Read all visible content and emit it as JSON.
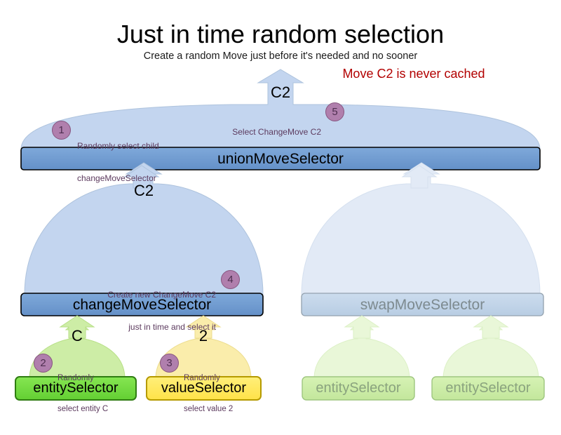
{
  "header": {
    "title": "Just in time random selection",
    "subtitle": "Create a random Move just before it's needed and no sooner",
    "warning": "Move C2 is never cached"
  },
  "colors": {
    "warning_text": "#b20000",
    "dome_blue_fill": "#c3d5ef",
    "dome_blue_stroke": "#a9bed8",
    "dome_blue_faded_fill": "#e2eaf6",
    "bar_blue_fill": "#6b9bd2",
    "bar_blue_stroke": "#000000",
    "bar_blue_faded_fill": "#c3d5ea",
    "bar_blue_faded_stroke": "#8d9aa6",
    "dome_green_fill": "#cdeda6",
    "dome_green_faded_fill": "#e9f7d8",
    "dome_yellow_fill": "#faedab",
    "leaf_green_fill": "#77dd44",
    "leaf_green_stroke": "#2f7d12",
    "leaf_green_faded_fill": "#cdeda6",
    "leaf_green_faded_stroke": "#9ec67f",
    "leaf_yellow_fill": "#ffe95c",
    "leaf_yellow_stroke": "#b59a00",
    "badge_fill": "#b07fad",
    "badge_stroke": "#87557f",
    "annotation_text": "#5c3a5e"
  },
  "nodes": {
    "union_move_selector": {
      "label": "unionMoveSelector",
      "faded": false
    },
    "change_move_selector": {
      "label": "changeMoveSelector",
      "faded": false
    },
    "swap_move_selector": {
      "label": "swapMoveSelector",
      "faded": true
    },
    "entity_selector_c": {
      "label": "entitySelector",
      "faded": false
    },
    "value_selector_2": {
      "label": "valueSelector",
      "faded": false
    },
    "swap_entity_selector_left": {
      "label": "entitySelector",
      "faded": true
    },
    "swap_entity_selector_right": {
      "label": "entitySelector",
      "faded": true
    }
  },
  "flow_labels": {
    "top_out": "C2",
    "union_to_change": "C2",
    "entity_out": "C",
    "value_out": "2"
  },
  "steps": [
    {
      "number": "1",
      "text_line1": "Randomly select child",
      "text_line2": "changeMoveSelector"
    },
    {
      "number": "2",
      "text_line1": "Randomly",
      "text_line2": "select entity C"
    },
    {
      "number": "3",
      "text_line1": "Randomly",
      "text_line2": "select value 2"
    },
    {
      "number": "4",
      "text_line1": "Create new ChangeMove C2",
      "text_line2": "just in time and select it"
    },
    {
      "number": "5",
      "text_line1": "Select ChangeMove C2",
      "text_line2": ""
    }
  ]
}
